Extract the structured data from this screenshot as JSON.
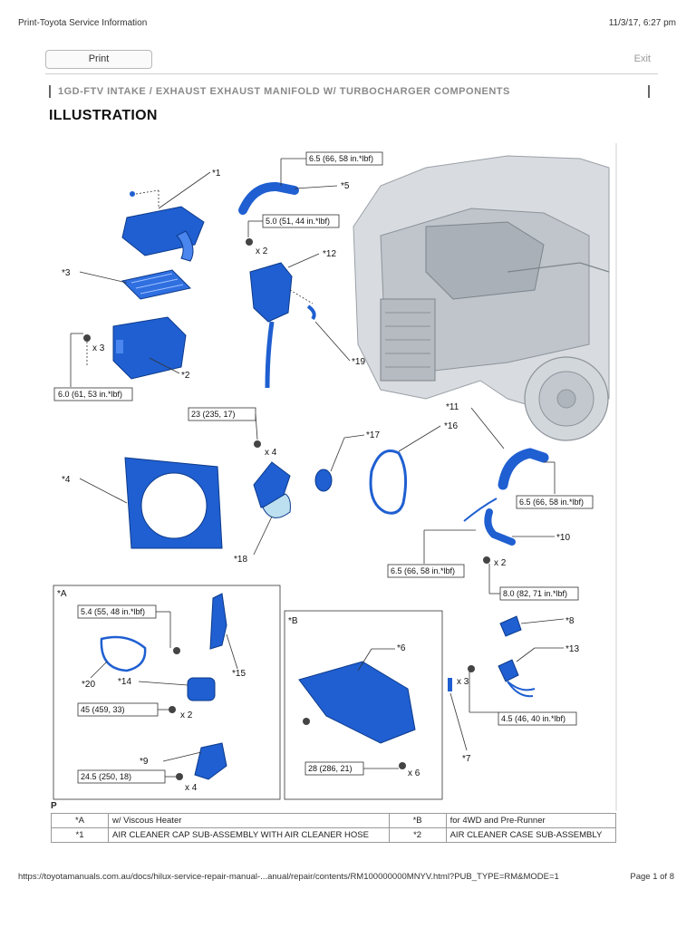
{
  "header": {
    "title": "Print-Toyota Service Information",
    "datetime": "11/3/17, 6:27 pm"
  },
  "toolbar": {
    "print_label": "Print",
    "exit_label": "Exit"
  },
  "breadcrumb": "1GD-FTV INTAKE / EXHAUST  EXHAUST MANIFOLD W/ TURBOCHARGER  COMPONENTS",
  "section_title": "ILLUSTRATION",
  "illustration": {
    "callouts": {
      "c1": "*1",
      "c2": "*2",
      "c3": "*3",
      "c4": "*4",
      "c5": "*5",
      "c6": "*6",
      "c7": "*7",
      "c8": "*8",
      "c9": "*9",
      "c10": "*10",
      "c11": "*11",
      "c12": "*12",
      "c13": "*13",
      "c14": "*14",
      "c15": "*15",
      "c16": "*16",
      "c17": "*17",
      "c18": "*18",
      "c19": "*19",
      "c20": "*20",
      "cA": "*A",
      "cB": "*B"
    },
    "torques": {
      "t1": "6.5 (66, 58 in.*lbf)",
      "t2": "5.0 (51, 44 in.*lbf)",
      "t3": "6.0 (61, 53 in.*lbf)",
      "t4": "23 (235, 17)",
      "t5": "6.5 (66, 58 in.*lbf)",
      "t6": "6.5 (66, 58 in.*lbf)",
      "t7": "8.0 (82, 71 in.*lbf)",
      "t8": "5.4 (55, 48 in.*lbf)",
      "t9": "45 (459, 33)",
      "t10": "24.5 (250, 18)",
      "t11": "28 (286, 21)",
      "t12": "4.5 (46, 40 in.*lbf)"
    },
    "qty": {
      "q1": "x 2",
      "q2": "x 3",
      "q3": "x 4",
      "q4": "x 2",
      "q5": "x 2",
      "q6": "x 4",
      "q7": "x 6",
      "q8": "x 3"
    },
    "p_marker": "P"
  },
  "legend_rows": [
    {
      "k1": "*A",
      "v1": "w/ Viscous Heater",
      "k2": "*B",
      "v2": "for 4WD and Pre-Runner"
    },
    {
      "k1": "*1",
      "v1": "AIR CLEANER CAP SUB-ASSEMBLY WITH AIR CLEANER HOSE",
      "k2": "*2",
      "v2": "AIR CLEANER CASE SUB-ASSEMBLY"
    }
  ],
  "footer": {
    "url": "https://toyotamanuals.com.au/docs/hilux-service-repair-manual-...anual/repair/contents/RM100000000MNYV.html?PUB_TYPE=RM&MODE=1",
    "page": "Page 1 of 8"
  },
  "colors": {
    "part_blue": "#1f5fd1",
    "part_blue_light": "#4a86ee",
    "engine_gray": "#c9ced3",
    "accent_gray": "#8a8a8a"
  }
}
